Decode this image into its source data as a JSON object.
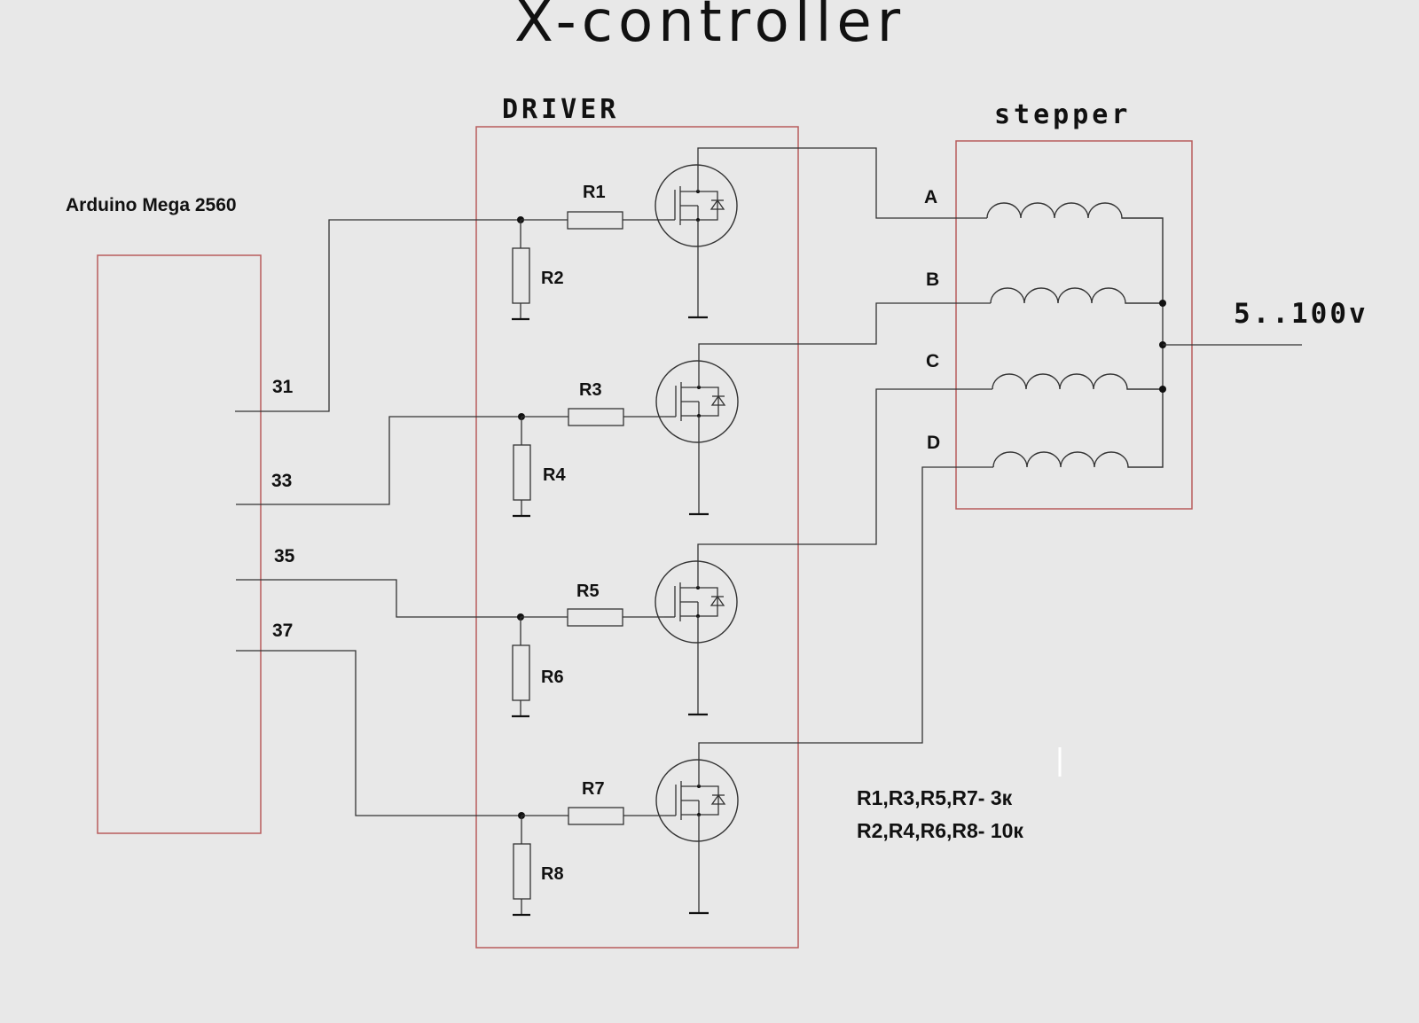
{
  "title": "X-controller",
  "arduino": {
    "label": "Arduino Mega 2560",
    "pins": [
      "31",
      "33",
      "35",
      "37"
    ]
  },
  "driver": {
    "label": "DRIVER",
    "resistors": [
      "R1",
      "R2",
      "R3",
      "R4",
      "R5",
      "R6",
      "R7",
      "R8"
    ]
  },
  "stepper": {
    "label": "stepper",
    "phases": [
      "A",
      "B",
      "C",
      "D"
    ]
  },
  "supply": "5..100v",
  "notes": [
    "R1,R3,R5,R7- 3к",
    "R2,R4,R6,R8- 10к"
  ],
  "colors": {
    "background": "#e8e8e8",
    "box": "#b85c5c",
    "wire": "#333333"
  },
  "icons": [
    "mosfet-icon",
    "resistor-icon",
    "ground-icon",
    "coil-icon"
  ]
}
